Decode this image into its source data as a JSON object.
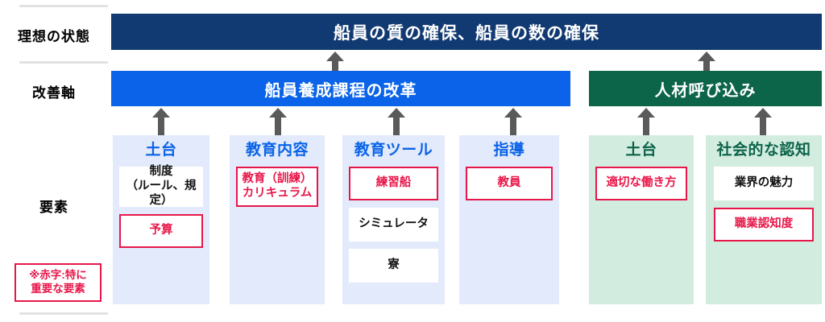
{
  "rows": [
    {
      "label": "理想の状態"
    },
    {
      "label": "改善軸"
    },
    {
      "label": "要素"
    }
  ],
  "ideal_state": {
    "text": "船員の質の確保、船員の数の確保",
    "color": "#123a72"
  },
  "axes": [
    {
      "name": "axis-education-reform",
      "text": "船員養成課程の改革",
      "color": "#0a63e8"
    },
    {
      "name": "axis-talent-attraction",
      "text": "人材呼び込み",
      "color": "#0c6449"
    }
  ],
  "columns": [
    {
      "name": "column-foundation-blue",
      "title": "土台",
      "theme": "blue",
      "items": [
        {
          "text": "制度\n（ルール、規定）",
          "key": false
        },
        {
          "text": "予算",
          "key": true
        }
      ]
    },
    {
      "name": "column-education-content",
      "title": "教育内容",
      "theme": "blue",
      "items": [
        {
          "text": "教育（訓練）\nカリキュラム",
          "key": true
        }
      ]
    },
    {
      "name": "column-education-tools",
      "title": "教育ツール",
      "theme": "blue",
      "items": [
        {
          "text": "練習船",
          "key": true
        },
        {
          "text": "シミュレータ",
          "key": false
        },
        {
          "text": "寮",
          "key": false
        }
      ]
    },
    {
      "name": "column-instruction",
      "title": "指導",
      "theme": "blue",
      "items": [
        {
          "text": "教員",
          "key": true
        }
      ]
    },
    {
      "name": "column-foundation-green",
      "title": "土台",
      "theme": "green",
      "items": [
        {
          "text": "適切な働き方",
          "key": true
        }
      ]
    },
    {
      "name": "column-social-recognition",
      "title": "社会的な認知",
      "theme": "green",
      "items": [
        {
          "text": "業界の魅力",
          "key": false
        },
        {
          "text": "職業認知度",
          "key": true
        }
      ]
    }
  ],
  "legend": {
    "text": "※赤字:特に\n重要な要素",
    "color": "#e8174a"
  }
}
